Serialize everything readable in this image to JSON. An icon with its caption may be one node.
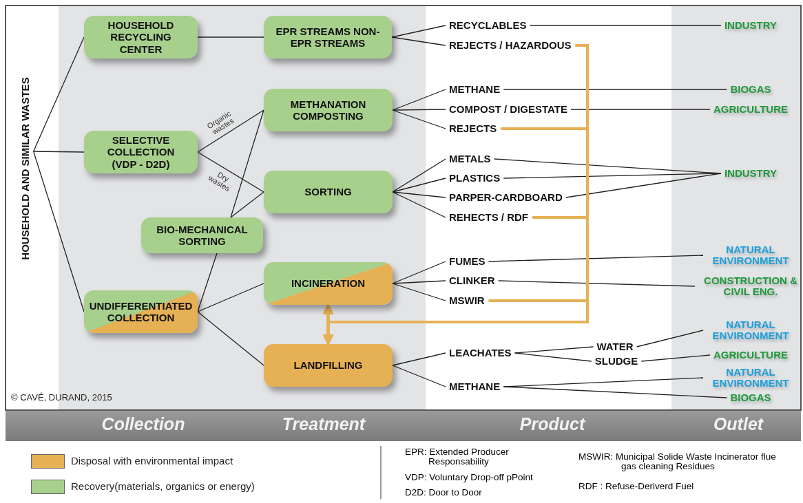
{
  "diagram": {
    "nodes": [
      {
        "text": [
          "HOUSEHOLD AND SIMILAR WASTES"
        ]
      },
      {
        "text": [
          "HOUSEHOLD RECYCLING CENTER"
        ]
      },
      {
        "text": [
          "SELECTIVE COLLECTION (VDP - D2D)"
        ]
      },
      {
        "text": [
          "UNDIFFERENTIATED COLLECTION"
        ]
      },
      {
        "text": [
          "EPR STREAMS NON-EPR STREAMS"
        ]
      },
      {
        "text": [
          "METHANATION COMPOSTING"
        ]
      },
      {
        "text": [
          "SORTING"
        ]
      },
      {
        "text": [
          "BIO-MECHANICAL SORTING"
        ]
      },
      {
        "text": [
          "INCINERATION"
        ]
      },
      {
        "text": [
          "LANDFILLING"
        ]
      },
      {
        "text": [
          "RECYCLABLES"
        ]
      },
      {
        "text": [
          "REJECTS / HAZARDOUS"
        ]
      },
      {
        "text": [
          "METHANE"
        ]
      },
      {
        "text": [
          "COMPOST / DIGESTATE"
        ]
      },
      {
        "text": [
          "REJECTS"
        ]
      },
      {
        "text": [
          "METALS"
        ]
      },
      {
        "text": [
          "PLASTICS"
        ]
      },
      {
        "text": [
          "PARPER-CARDBOARD"
        ]
      },
      {
        "text": [
          "REHECTS / RDF"
        ]
      },
      {
        "text": [
          "FUMES"
        ]
      },
      {
        "text": [
          "CLINKER"
        ]
      },
      {
        "text": [
          "MSWIR"
        ]
      },
      {
        "text": [
          "LEACHATES"
        ]
      },
      {
        "text": [
          "WATER"
        ]
      },
      {
        "text": [
          "SLUDGE"
        ]
      },
      {
        "text": [
          "METHANE"
        ]
      },
      {
        "text": [
          "INDUSTRY"
        ]
      },
      {
        "text": [
          "BIOGAS"
        ]
      },
      {
        "text": [
          "AGRICULTURE"
        ]
      },
      {
        "text": [
          "INDUSTRY"
        ]
      },
      {
        "text": [
          "NATURAL ENVIRONMENT"
        ]
      },
      {
        "text": [
          "CONSTRUCTION & CIVIL ENG."
        ]
      },
      {
        "text": [
          "NATURAL ENVIRONMENT"
        ]
      },
      {
        "text": [
          "AGRICULTURE"
        ]
      },
      {
        "text": [
          "NATURAL ENVIRONMENT"
        ]
      },
      {
        "text": [
          "BIOGAS"
        ]
      }
    ],
    "edges": [
      {
        "from": 0,
        "to": 1,
        "arrow": "none"
      },
      {
        "from": 0,
        "to": 2,
        "arrow": "none"
      },
      {
        "from": 0,
        "to": 3,
        "arrow": "none"
      },
      {
        "from": 1,
        "to": 4,
        "arrow": "none"
      },
      {
        "from": 2,
        "to": 5,
        "arrow": "none",
        "label": "Organic wastes"
      },
      {
        "from": 2,
        "to": 6,
        "arrow": "none",
        "label": "Dry wastes"
      },
      {
        "from": 7,
        "to": 5,
        "arrow": "none"
      },
      {
        "from": 7,
        "to": 6,
        "arrow": "none"
      },
      {
        "from": 3,
        "to": 7,
        "arrow": "none"
      },
      {
        "from": 3,
        "to": 8,
        "arrow": "none"
      },
      {
        "from": 3,
        "to": 9,
        "arrow": "none"
      },
      {
        "from": 4,
        "to": 10,
        "arrow": "none"
      },
      {
        "from": 4,
        "to": 11,
        "arrow": "none"
      },
      {
        "from": 5,
        "to": 12,
        "arrow": "none"
      },
      {
        "from": 5,
        "to": 13,
        "arrow": "none"
      },
      {
        "from": 5,
        "to": 14,
        "arrow": "none"
      },
      {
        "from": 6,
        "to": 15,
        "arrow": "none"
      },
      {
        "from": 6,
        "to": 16,
        "arrow": "none"
      },
      {
        "from": 6,
        "to": 17,
        "arrow": "none"
      },
      {
        "from": 6,
        "to": 18,
        "arrow": "none"
      },
      {
        "from": 8,
        "to": 19,
        "arrow": "none"
      },
      {
        "from": 8,
        "to": 20,
        "arrow": "none"
      },
      {
        "from": 8,
        "to": 21,
        "arrow": "none"
      },
      {
        "from": 9,
        "to": 22,
        "arrow": "none"
      },
      {
        "from": 9,
        "to": 25,
        "arrow": "none"
      },
      {
        "from": 10,
        "to": 26,
        "arrow": "none"
      },
      {
        "from": 12,
        "to": 27,
        "arrow": "none"
      },
      {
        "from": 13,
        "to": 28,
        "arrow": "none"
      },
      {
        "from": 15,
        "to": 29,
        "arrow": "none"
      },
      {
        "from": 16,
        "to": 29,
        "arrow": "none"
      },
      {
        "from": 17,
        "to": 29,
        "arrow": "none"
      },
      {
        "from": 19,
        "to": 30,
        "arrow": "none"
      },
      {
        "from": 20,
        "to": 31,
        "arrow": "none"
      },
      {
        "from": 22,
        "to": 23,
        "arrow": "none"
      },
      {
        "from": 22,
        "to": 24,
        "arrow": "none"
      },
      {
        "from": 23,
        "to": 32,
        "arrow": "none"
      },
      {
        "from": 24,
        "to": 33,
        "arrow": "none"
      },
      {
        "from": 25,
        "to": 34,
        "arrow": "none"
      },
      {
        "from": 25,
        "to": 35,
        "arrow": "none"
      },
      {
        "from": 11,
        "to": 8,
        "arrow": "to",
        "style": "thick",
        "color": "#e6b055"
      },
      {
        "from": 11,
        "to": 9,
        "arrow": "to",
        "style": "thick",
        "color": "#e6b055"
      },
      {
        "from": 14,
        "to": 8,
        "arrow": "to",
        "style": "thick",
        "color": "#e6b055"
      },
      {
        "from": 14,
        "to": 9,
        "arrow": "to",
        "style": "thick",
        "color": "#e6b055"
      },
      {
        "from": 18,
        "to": 8,
        "arrow": "to",
        "style": "thick",
        "color": "#e6b055"
      },
      {
        "from": 18,
        "to": 9,
        "arrow": "to",
        "style": "thick",
        "color": "#e6b055"
      },
      {
        "from": 21,
        "to": 8,
        "arrow": "to",
        "style": "thick",
        "color": "#e6b055"
      },
      {
        "from": 21,
        "to": 9,
        "arrow": "to",
        "style": "thick",
        "color": "#e6b055"
      }
    ],
    "labels": [
      "© CAVÉ, DURAND, 2015",
      "Collection",
      "Treatment",
      "Product",
      "Outlet",
      "EPR: Extended Producer Responsability",
      "VDP: Voluntary Drop-off pPoint",
      "D2D: Door to Door",
      "MSWIR: Municipal Solide Waste Incinerator flue gas cleaning Residues",
      "RDF : Refuse-Deriverd Fuel"
    ],
    "legend": [
      {
        "text": "Disposal with environmental impact",
        "color": "#e6b055"
      },
      {
        "text": "Recovery(materials, organics or energy)",
        "color": "#a8d08d"
      }
    ]
  }
}
